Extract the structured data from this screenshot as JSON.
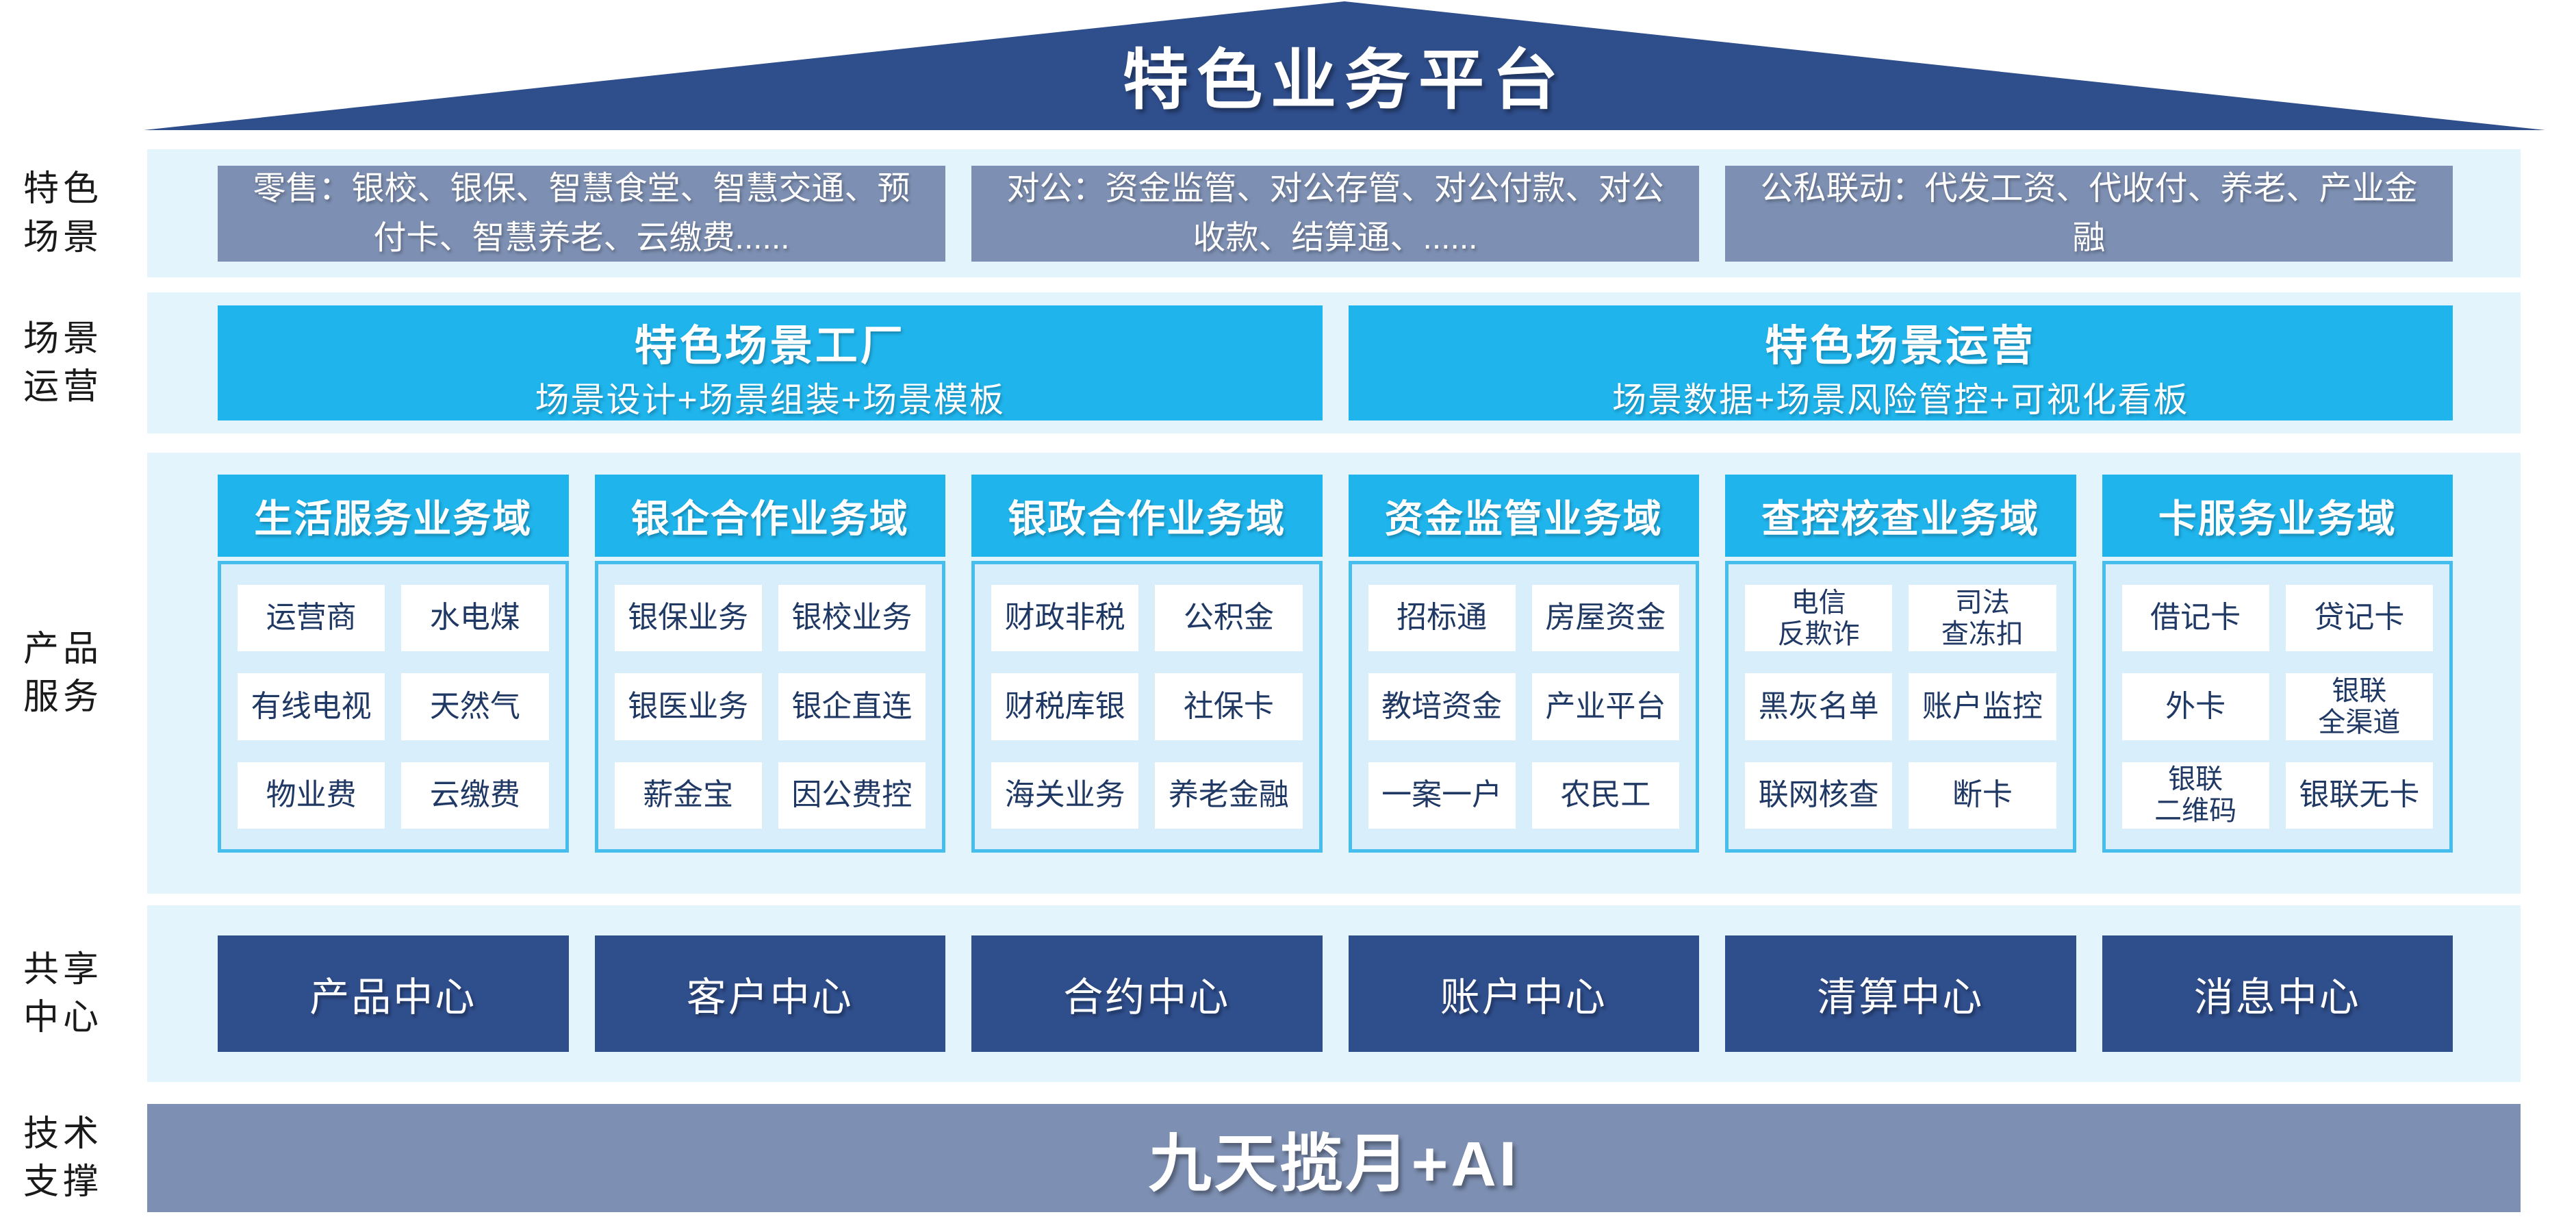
{
  "colors": {
    "roof_navy": "#2F4E8C",
    "slate_gray_blue": "#7D8FB2",
    "cyan": "#1FB4EC",
    "band_light_blue": "#E4F4FC",
    "panel_light_blue": "#D8EEFA",
    "panel_border_cyan": "#45BEEE",
    "cell_white": "#FFFFFF",
    "cell_text_navy": "#1F3864",
    "sidebar_text": "#1A1A1A"
  },
  "roof": {
    "title": "特色业务平台"
  },
  "sidebar": {
    "labels": [
      {
        "text": "特色\n场景"
      },
      {
        "text": "场景\n运营"
      },
      {
        "text": "产品\n服务"
      },
      {
        "text": "共享\n中心"
      },
      {
        "text": "技术\n支撑"
      }
    ]
  },
  "scenes": {
    "boxes": [
      "零售：银校、银保、智慧食堂、智慧交通、预付卡、智慧养老、云缴费......",
      "对公：资金监管、对公存管、对公付款、对公收款、结算通、......",
      "公私联动：代发工资、代收付、养老、产业金融"
    ]
  },
  "operations": {
    "boxes": [
      {
        "title": "特色场景工厂",
        "subtitle": "场景设计+场景组装+场景模板"
      },
      {
        "title": "特色场景运营",
        "subtitle": "场景数据+场景风险管控+可视化看板"
      }
    ]
  },
  "products": {
    "domains": [
      {
        "title": "生活服务业务域",
        "cells": [
          "运营商",
          "水电煤",
          "有线电视",
          "天然气",
          "物业费",
          "云缴费"
        ]
      },
      {
        "title": "银企合作业务域",
        "cells": [
          "银保业务",
          "银校业务",
          "银医业务",
          "银企直连",
          "薪金宝",
          "因公费控"
        ]
      },
      {
        "title": "银政合作业务域",
        "cells": [
          "财政非税",
          "公积金",
          "财税库银",
          "社保卡",
          "海关业务",
          "养老金融"
        ]
      },
      {
        "title": "资金监管业务域",
        "cells": [
          "招标通",
          "房屋资金",
          "教培资金",
          "产业平台",
          "一案一户",
          "农民工"
        ]
      },
      {
        "title": "查控核查业务域",
        "cells": [
          "电信\n反欺诈",
          "司法\n查冻扣",
          "黑灰名单",
          "账户监控",
          "联网核查",
          "断卡"
        ]
      },
      {
        "title": "卡服务业务域",
        "cells": [
          "借记卡",
          "贷记卡",
          "外卡",
          "银联\n全渠道",
          "银联\n二维码",
          "银联无卡"
        ]
      }
    ]
  },
  "centers": {
    "boxes": [
      "产品中心",
      "客户中心",
      "合约中心",
      "账户中心",
      "清算中心",
      "消息中心"
    ]
  },
  "tech": {
    "title": "九天揽月+AI"
  }
}
